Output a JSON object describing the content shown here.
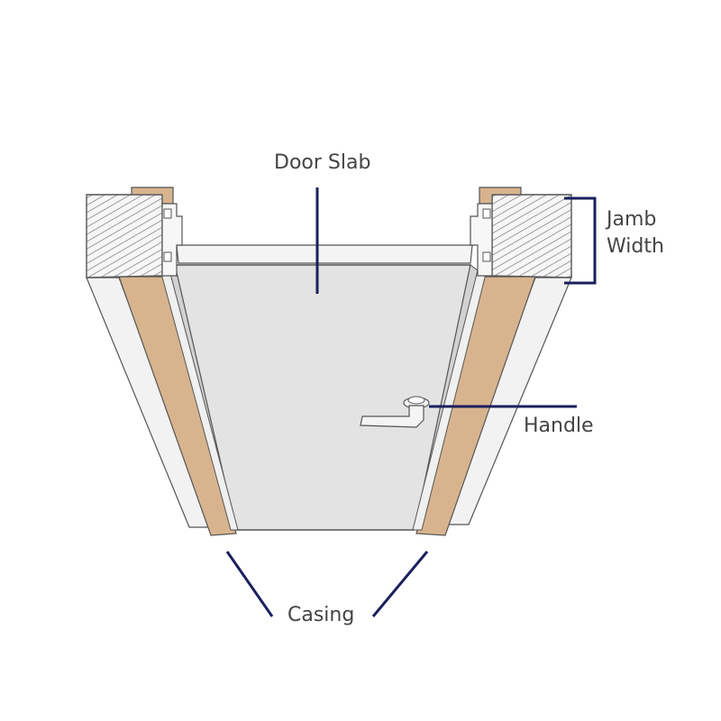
{
  "labels": {
    "door_slab": "Door Slab",
    "jamb_width_line1": "Jamb",
    "jamb_width_line2": "Width",
    "handle": "Handle",
    "casing": "Casing"
  },
  "colors": {
    "callout_line": "#1b1f5e",
    "casing_wood": "#d8b48e",
    "door_panel": "#e3e3e3",
    "jamb_face": "#f2f2f2",
    "outline": "#555555",
    "hatch": "#777777"
  }
}
